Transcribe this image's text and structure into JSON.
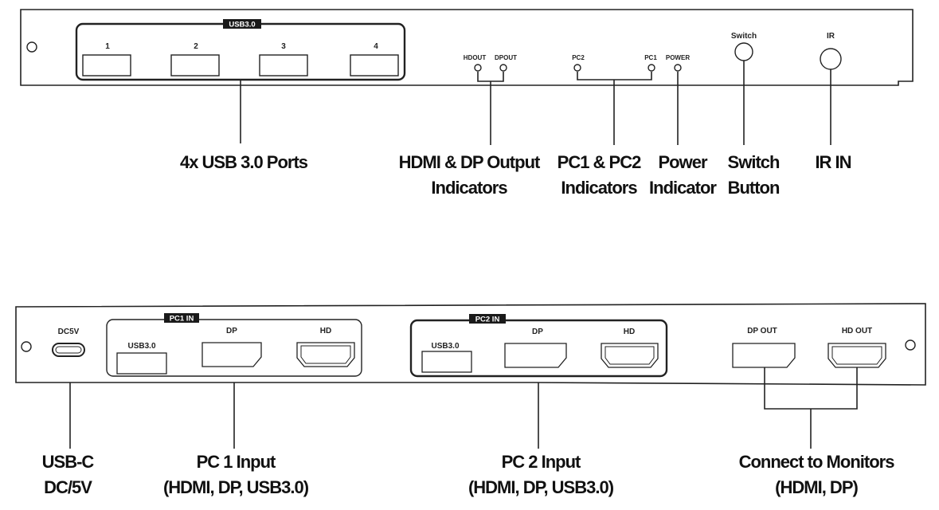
{
  "front_panel": {
    "usb_group_label": "USB3.0",
    "usb_ports": [
      "1",
      "2",
      "3",
      "4"
    ],
    "led_hdout": "HDOUT",
    "led_dpout": "DPOUT",
    "led_pc2": "PC2",
    "led_pc1": "PC1",
    "led_power": "POWER",
    "switch_label": "Switch",
    "ir_label": "IR"
  },
  "front_callouts": {
    "usb_ports": [
      "4x USB 3.0 Ports"
    ],
    "output_indicators": [
      "HDMI & DP Output",
      "Indicators"
    ],
    "pc_indicators": [
      "PC1 & PC2",
      "Indicators"
    ],
    "power_indicator": [
      "Power",
      "Indicator"
    ],
    "switch_button": [
      "Switch",
      "Button"
    ],
    "ir_in": [
      "IR IN"
    ]
  },
  "rear_panel": {
    "dc_label": "DC5V",
    "pc1_group_label": "PC1 IN",
    "pc2_group_label": "PC2 IN",
    "usb_label": "USB3.0",
    "dp_label": "DP",
    "hd_label": "HD",
    "dp_out_label": "DP OUT",
    "hd_out_label": "HD OUT"
  },
  "rear_callouts": {
    "usb_c": [
      "USB-C",
      "DC/5V"
    ],
    "pc1_input": [
      "PC 1 Input",
      "(HDMI, DP, USB3.0)"
    ],
    "pc2_input": [
      "PC 2 Input",
      "(HDMI, DP, USB3.0)"
    ],
    "monitors": [
      "Connect to Monitors",
      "(HDMI, DP)"
    ]
  }
}
